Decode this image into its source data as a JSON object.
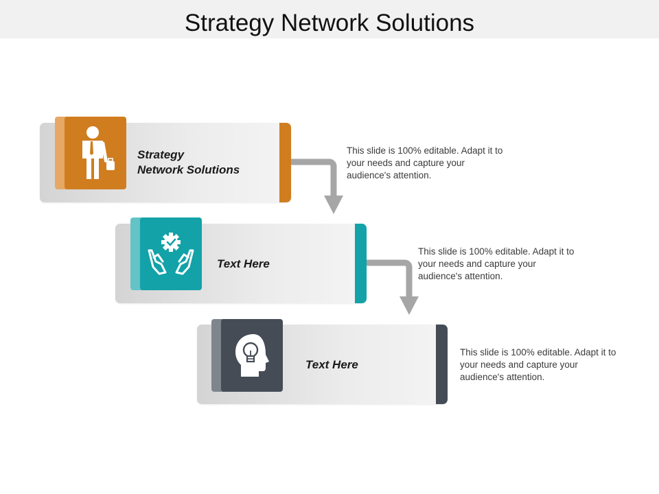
{
  "title": "Strategy Network Solutions",
  "colors": {
    "orange": "#d07d1f",
    "teal": "#12a2a8",
    "slate": "#454c56",
    "arrow_gray": "#a6a6a6"
  },
  "steps": [
    {
      "label": "Strategy\nNetwork Solutions",
      "icon": "businessman-icon",
      "description": "This slide is 100% editable. Adapt it to your needs and capture your audience's attention."
    },
    {
      "label": "Text Here",
      "icon": "hands-gear-icon",
      "description": "This slide is 100% editable. Adapt it to your needs and capture your audience's attention."
    },
    {
      "label": "Text Here",
      "icon": "head-lightbulb-icon",
      "description": "This slide is 100% editable. Adapt it to your needs and capture your audience's attention."
    }
  ]
}
